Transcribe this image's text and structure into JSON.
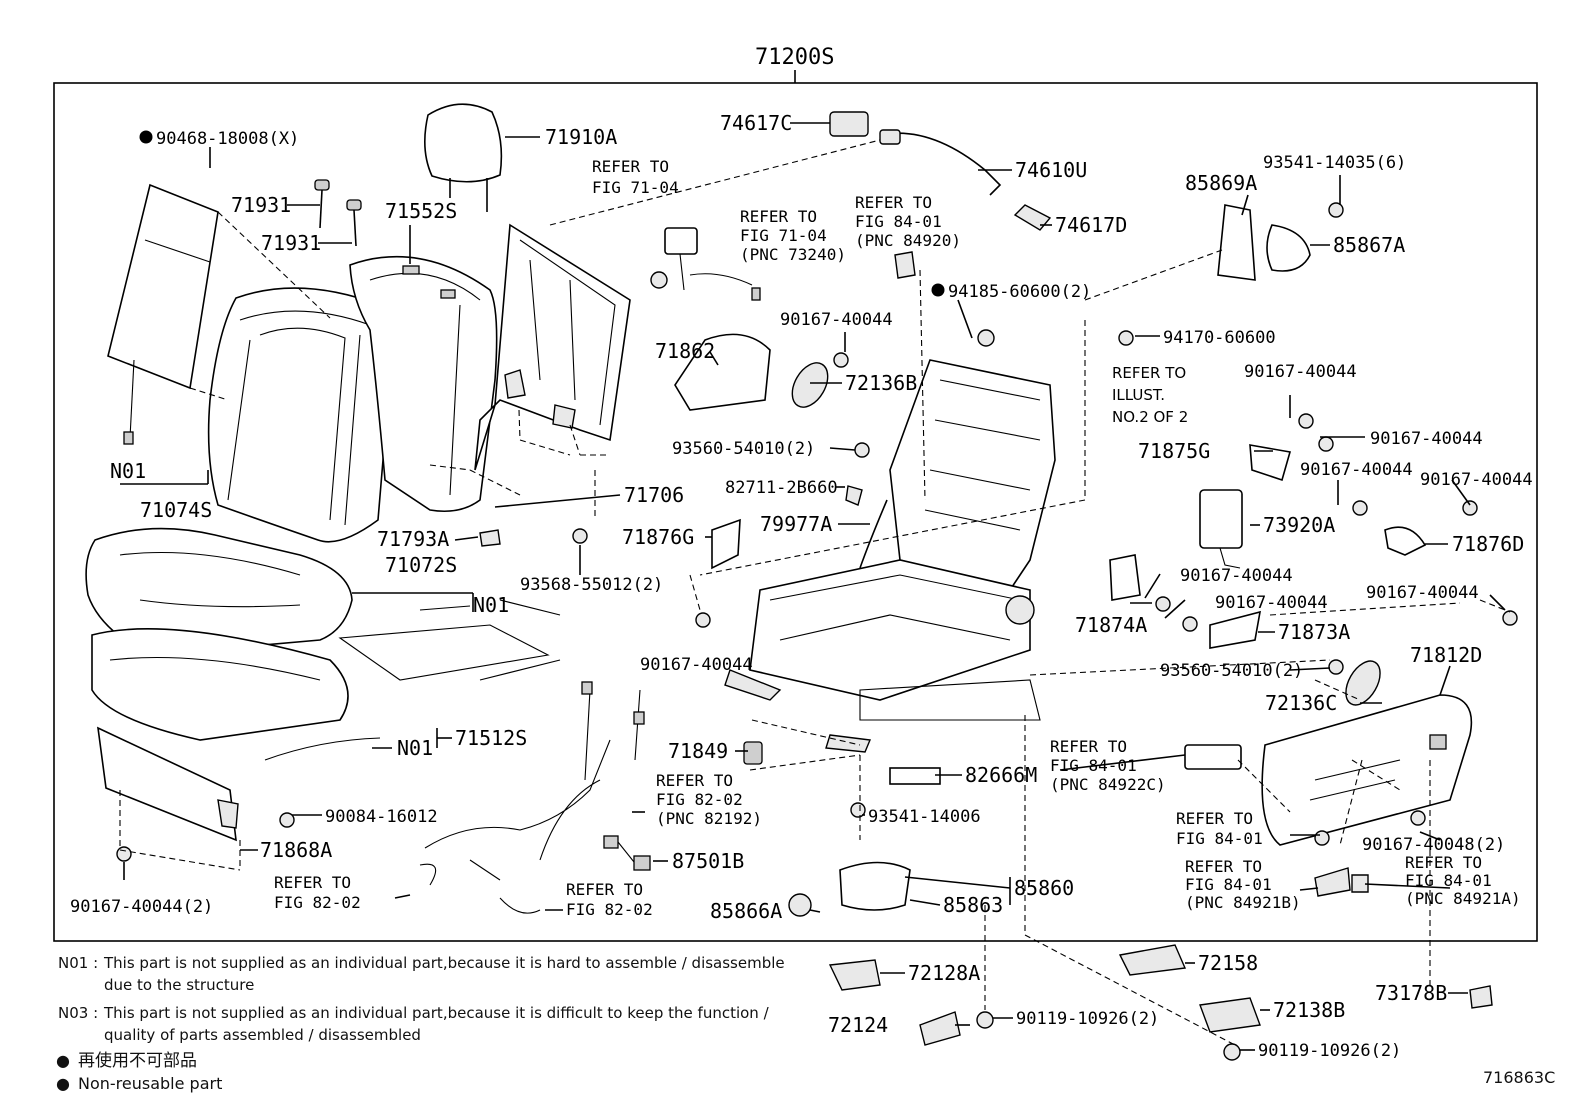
{
  "diagram": {
    "assembly_label": "71200S",
    "figure_id": "716863C"
  },
  "parts": [
    {
      "id": "p1",
      "label": "90468-18008(X)",
      "bullet": true
    },
    {
      "id": "p2",
      "label": "71931"
    },
    {
      "id": "p3",
      "label": "71931"
    },
    {
      "id": "p4",
      "label": "71552S"
    },
    {
      "id": "p5",
      "label": "71910A"
    },
    {
      "id": "p6",
      "label": "74617C"
    },
    {
      "id": "p7",
      "label": "74610U"
    },
    {
      "id": "p8",
      "label": "74617D"
    },
    {
      "id": "p9",
      "label": "85869A"
    },
    {
      "id": "p10",
      "label": "93541-14035(6)"
    },
    {
      "id": "p11",
      "label": "85867A"
    },
    {
      "id": "p12",
      "label": "94185-60600(2)",
      "bullet": true
    },
    {
      "id": "p13",
      "label": "94170-60600"
    },
    {
      "id": "p14",
      "label": "90167-40044"
    },
    {
      "id": "p15",
      "label": "71862"
    },
    {
      "id": "p16",
      "label": "72136B"
    },
    {
      "id": "p17",
      "label": "93560-54010(2)"
    },
    {
      "id": "p18",
      "label": "82711-2B660"
    },
    {
      "id": "p19",
      "label": "N01"
    },
    {
      "id": "p20",
      "label": "71074S"
    },
    {
      "id": "p21",
      "label": "71706"
    },
    {
      "id": "p22",
      "label": "71793A"
    },
    {
      "id": "p23",
      "label": "93568-55012(2)"
    },
    {
      "id": "p24",
      "label": "71072S"
    },
    {
      "id": "p25",
      "label": "N01"
    },
    {
      "id": "p26",
      "label": "71876G"
    },
    {
      "id": "p27",
      "label": "79977A"
    },
    {
      "id": "p28",
      "label": "90167-40044"
    },
    {
      "id": "p29",
      "label": "71875G"
    },
    {
      "id": "p30",
      "label": "90167-40044"
    },
    {
      "id": "p31",
      "label": "90167-40044"
    },
    {
      "id": "p32",
      "label": "90167-40044"
    },
    {
      "id": "p33",
      "label": "90167-40044"
    },
    {
      "id": "p34",
      "label": "73920A"
    },
    {
      "id": "p35",
      "label": "71876D"
    },
    {
      "id": "p36",
      "label": "90167-40044"
    },
    {
      "id": "p37",
      "label": "90167-40044"
    },
    {
      "id": "p38",
      "label": "71874A"
    },
    {
      "id": "p39",
      "label": "71873A"
    },
    {
      "id": "p40",
      "label": "90167-40044"
    },
    {
      "id": "p41",
      "label": "71812D"
    },
    {
      "id": "p42",
      "label": "93560-54010(2)"
    },
    {
      "id": "p43",
      "label": "72136C"
    },
    {
      "id": "p44",
      "label": "N01"
    },
    {
      "id": "p45",
      "label": "71512S"
    },
    {
      "id": "p46",
      "label": "71849"
    },
    {
      "id": "p47",
      "label": "82666M"
    },
    {
      "id": "p48",
      "label": "90084-16012"
    },
    {
      "id": "p49",
      "label": "71868A"
    },
    {
      "id": "p50",
      "label": "93541-14006"
    },
    {
      "id": "p51",
      "label": "87501B"
    },
    {
      "id": "p52",
      "label": "90167-40044(2)"
    },
    {
      "id": "p53",
      "label": "85860"
    },
    {
      "id": "p54",
      "label": "85863"
    },
    {
      "id": "p55",
      "label": "85866A"
    },
    {
      "id": "p56",
      "label": "90167-40048(2)"
    },
    {
      "id": "p57",
      "label": "72128A"
    },
    {
      "id": "p58",
      "label": "72158"
    },
    {
      "id": "p59",
      "label": "72124"
    },
    {
      "id": "p60",
      "label": "90119-10926(2)"
    },
    {
      "id": "p61",
      "label": "72138B"
    },
    {
      "id": "p62",
      "label": "90119-10926(2)"
    },
    {
      "id": "p63",
      "label": "73178B"
    }
  ],
  "references": [
    {
      "id": "r1",
      "lines": [
        "REFER TO",
        "FIG 71-04"
      ]
    },
    {
      "id": "r2",
      "lines": [
        "REFER TO",
        "FIG 71-04",
        "(PNC 73240)"
      ]
    },
    {
      "id": "r3",
      "lines": [
        "REFER TO",
        "FIG 84-01",
        "(PNC 84920)"
      ]
    },
    {
      "id": "r4",
      "lines": [
        "REFER TO",
        "ILLUST.",
        "NO.2 OF 2"
      ]
    },
    {
      "id": "r5",
      "lines": [
        "REFER TO",
        "FIG 82-02",
        "(PNC 82192)"
      ]
    },
    {
      "id": "r6",
      "lines": [
        "REFER TO",
        "FIG 84-01",
        "(PNC 84922C)"
      ]
    },
    {
      "id": "r7",
      "lines": [
        "REFER TO",
        "FIG 84-01"
      ]
    },
    {
      "id": "r8",
      "lines": [
        "REFER TO",
        "FIG 84-01",
        "(PNC 84921B)"
      ]
    },
    {
      "id": "r9",
      "lines": [
        "REFER TO",
        "FIG 84-01",
        "(PNC 84921A)"
      ]
    },
    {
      "id": "r10",
      "lines": [
        "REFER TO",
        "FIG 82-02"
      ]
    },
    {
      "id": "r11",
      "lines": [
        "REFER TO",
        "FIG 82-02"
      ]
    }
  ],
  "notes": [
    {
      "code": "N01 :",
      "lines": [
        "This part is not supplied as an individual part,because it is hard to assemble / disassemble",
        "due to the structure"
      ]
    },
    {
      "code": "N03 :",
      "lines": [
        "This part is not supplied as an individual part,because it is difficult to keep the function /",
        "quality of parts assembled / disassembled"
      ]
    }
  ],
  "legend": [
    {
      "symbol": "●",
      "text": "再使用不可部品"
    },
    {
      "symbol": "●",
      "text": "Non-reusable part"
    }
  ]
}
